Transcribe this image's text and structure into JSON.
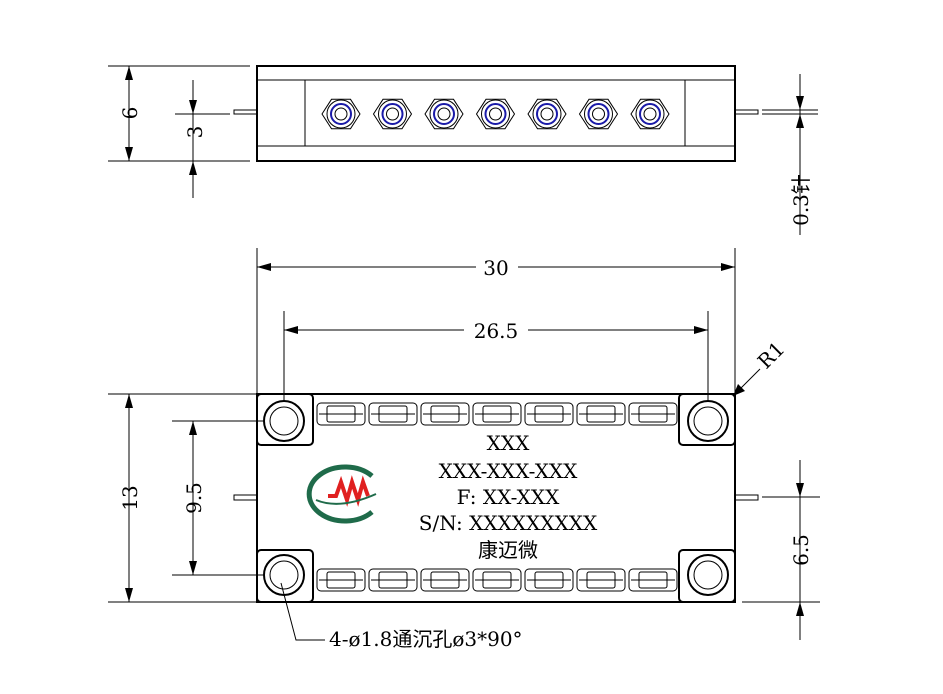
{
  "top_view": {
    "dim_height": "6",
    "dim_offset": "3",
    "dim_pin": "0.3针",
    "connector_count": 7
  },
  "front_view": {
    "dim_width": "30",
    "dim_hole_pitch_x": "26.5",
    "dim_height": "13",
    "dim_hole_pitch_y": "9.5",
    "dim_pin_offset": "6.5",
    "dim_radius": "R1",
    "hole_note": "4-ø1.8通沉孔ø3*90°",
    "tab_count": 7
  },
  "marking": {
    "line1": "XXX",
    "line2": "XXX-XXX-XXX",
    "line3": "F: XX-XXX",
    "line4": "S/N: XXXXXXXXX",
    "line5": "康迈微"
  },
  "colors": {
    "line": "#000000",
    "logo_red": "#e02020",
    "logo_green": "#1f6b4a",
    "connector_blue": "#1a1aa8"
  }
}
